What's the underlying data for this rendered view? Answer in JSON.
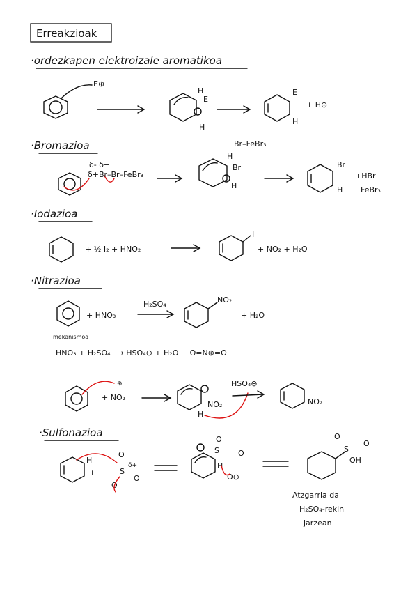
{
  "title": "Erreakzioak",
  "sections": {
    "s1": {
      "heading": "·ordezkapen elektroizale aromatikoa",
      "electrophile": "E⊕",
      "int_h": "H",
      "int_e": "E",
      "int_h2": "H",
      "prod_e": "E",
      "prod_h": "H",
      "plus_h": "+ H⊕"
    },
    "s2": {
      "heading": "·Bromazioa",
      "reagent": "δ+Br–Br–FeBr₃",
      "reagent_charges": "δ-     δ+",
      "int_top": "Br–FeBr₃",
      "int_h": "H",
      "int_br": "Br",
      "int_h2": "H",
      "prod_br": "Br",
      "prod_h": "H",
      "side1": "+HBr",
      "side2": "FeBr₃"
    },
    "s3": {
      "heading": "·Iodazioa",
      "reagents": "+ ½ I₂ + HNO₂",
      "prod_i": "I",
      "products": "+ NO₂ + H₂O"
    },
    "s4": {
      "heading": "·Nitrazioa",
      "reagents": "+ HNO₃",
      "catalyst": "H₂SO₄",
      "prod_no2": "NO₂",
      "products": "+ H₂O",
      "mech_label": "mekanismoa",
      "mech_eq": "HNO₃  +  H₂SO₄ ⟶ HSO₄⊖ + H₂O + O=N⊕=O",
      "nitronium": "+ NO₂",
      "nitronium_charge": "⊕",
      "int_no2": "NO₂",
      "int_h": "H",
      "base": "HSO₄⊖",
      "final_no2": "NO₂"
    },
    "s5": {
      "heading": "·Sulfonazioa",
      "ar_h": "H",
      "ar_plus": "+",
      "so3_o1": "O",
      "so3_s": "S",
      "so3_o2": "O",
      "so3_o3": "O",
      "so3_dplus": "δ+",
      "int_s": "S",
      "int_o1": "O",
      "int_o2": "O",
      "int_h": "H",
      "int_om": "O⊖",
      "prod_s": "S",
      "prod_o1": "O",
      "prod_o2": "O",
      "prod_oh": "OH",
      "note1": "Atzgarria da",
      "note2": "H₂SO₄-rekin",
      "note3": "jarzean"
    }
  }
}
